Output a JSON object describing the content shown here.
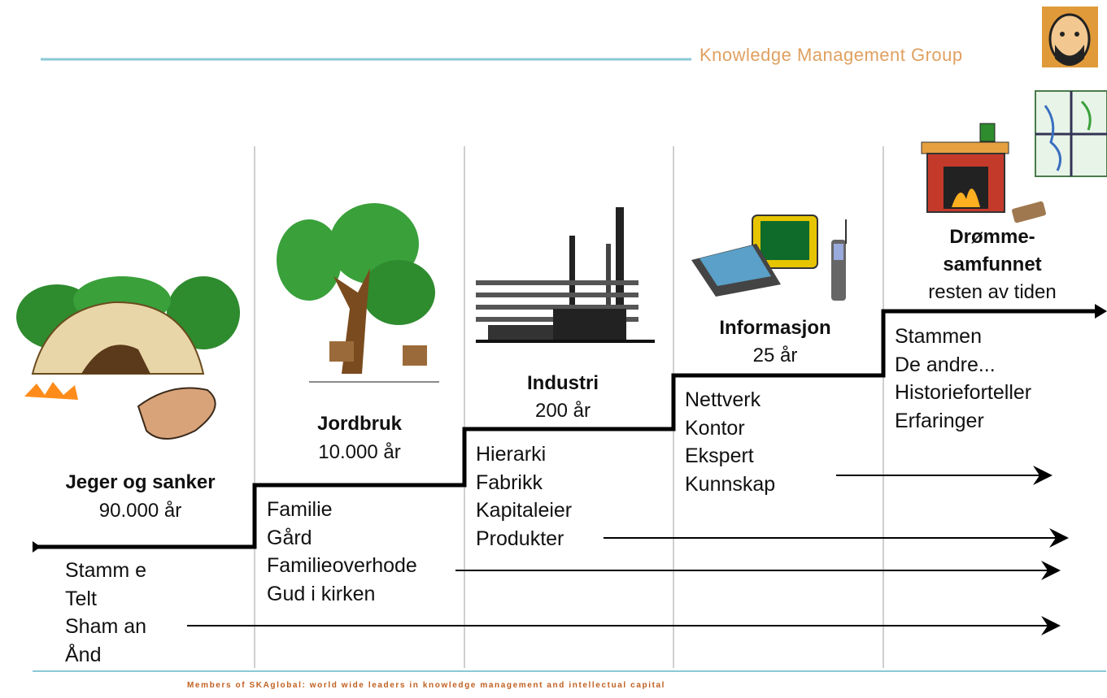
{
  "header": {
    "brand": "Knowledge Management Group"
  },
  "footer": {
    "text": "Members of SKAglobal: world wide leaders in knowledge management and intellectual capital"
  },
  "colors": {
    "rule": "#8ac9d6",
    "brand": "#e0a060",
    "staircase": "#000000"
  },
  "eras": [
    {
      "title": "Jeger og sanker",
      "years": "90.000 år",
      "items": [
        "Stamm e",
        "Telt",
        "Sham an",
        "Ånd"
      ]
    },
    {
      "title": "Jordbruk",
      "years": "10.000 år",
      "items": [
        "Familie",
        "Gård",
        "Familieoverhode",
        "Gud i kirken"
      ]
    },
    {
      "title": "Industri",
      "years": "200 år",
      "items": [
        "Hierarki",
        "Fabrikk",
        "Kapitaleier",
        "Produkter"
      ]
    },
    {
      "title": "Informasjon",
      "years": "25 år",
      "items": [
        "Nettverk",
        "Kontor",
        "Ekspert",
        "Kunnskap"
      ]
    },
    {
      "title_line1": "Drømme-",
      "title_line2": "samfunnet",
      "years": "resten av tiden",
      "items": [
        "Stammen",
        "De andre...",
        "Historieforteller",
        "Erfaringer"
      ]
    }
  ],
  "icons": [
    "cave-icon",
    "tree-icon",
    "factory-icon",
    "computer-icon",
    "fireplace-icon",
    "map-icon",
    "avatar-logo-icon"
  ]
}
